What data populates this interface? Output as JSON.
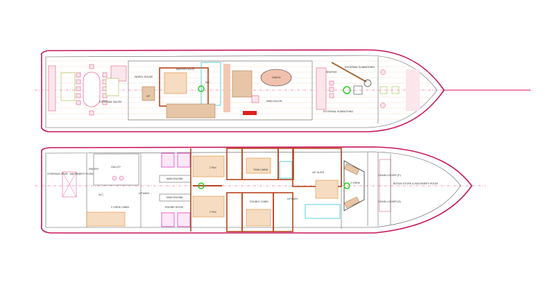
{
  "main_deck": {
    "labels": {
      "wheel_house": "WHEEL HOUSE",
      "master_suite": "MASTER SUITE",
      "wc": "W.C.",
      "dining": "DINING",
      "main_salon": "MAIN SALON",
      "external_salon": "EXTERNAL SALON",
      "seating": "SEATING",
      "external_sunbathing_top": "EXTERNAL SUNBATHING",
      "external_sunbathing_bottom": "EXTERNAL SUNBATHING",
      "up": "UP"
    }
  },
  "lower_deck": {
    "labels": {
      "steering_gear": "STEERING GEAR - MACHINERY ROOM",
      "galley": "GALLEY",
      "pantry": "PANTRY",
      "wc": "W.C.",
      "crew_cabin": "2 CREW CABIN",
      "main_engine_1": "MAIN ENGINE",
      "main_engine_2": "MAIN ENGINE",
      "engine_room": "ENGINE ROOM",
      "up_main": "UP MAIN",
      "two_pax_top": "2 PAX",
      "two_pax_bottom": "2 PAX",
      "twin_cabin": "TWIN CABIN",
      "double_cabin": "DOUBLE CABIN",
      "vip_suite": "VIP SUITE",
      "up_main_2": "UP MAIN",
      "four_crew": "4 CREW",
      "chain_locker_p": "CHAIN LOCKER (P)",
      "chain_locker_s": "CHAIN LOCKER (S)",
      "bosun_store": "BOSUN STORE & MACHINERY ROOM"
    }
  },
  "colors": {
    "hull": "#c8145a",
    "walls": "#b5441c",
    "furniture": "#e08a3c",
    "wet_areas": "#15c0d0",
    "marker": "#20d020"
  }
}
